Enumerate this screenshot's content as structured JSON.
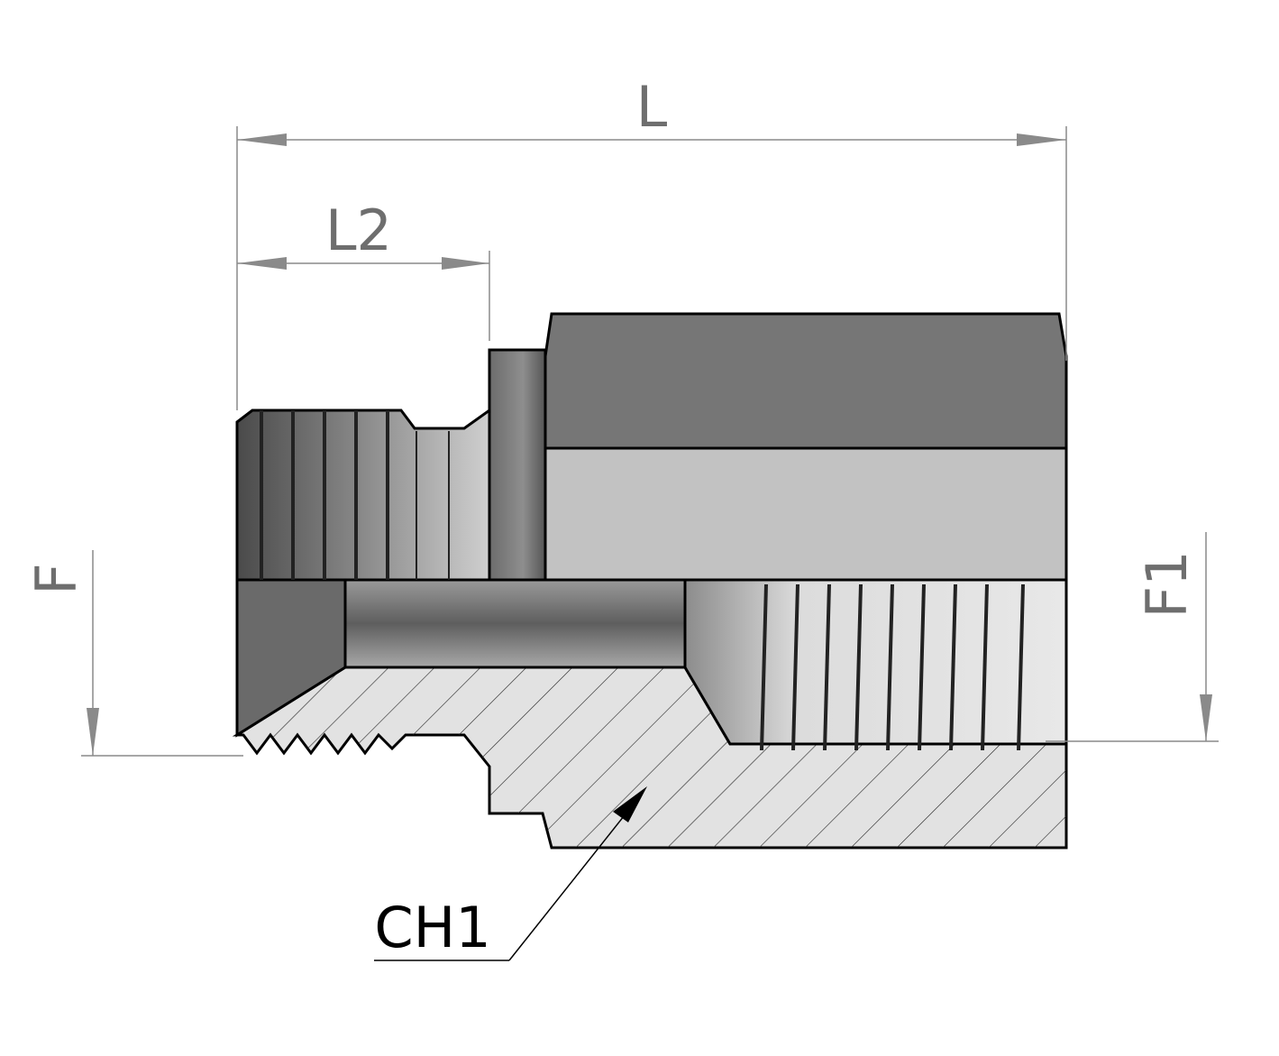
{
  "drawing": {
    "dimensions": {
      "overall_length": "L",
      "thread_length": "L2",
      "male_thread": "F",
      "female_thread": "F1",
      "hex_size": "CH1"
    },
    "colors": {
      "hex_dark": "#767676",
      "hex_light": "#c2c2c2",
      "section_fill": "#e2e2e2",
      "dim_line": "#8a8a8a"
    }
  }
}
